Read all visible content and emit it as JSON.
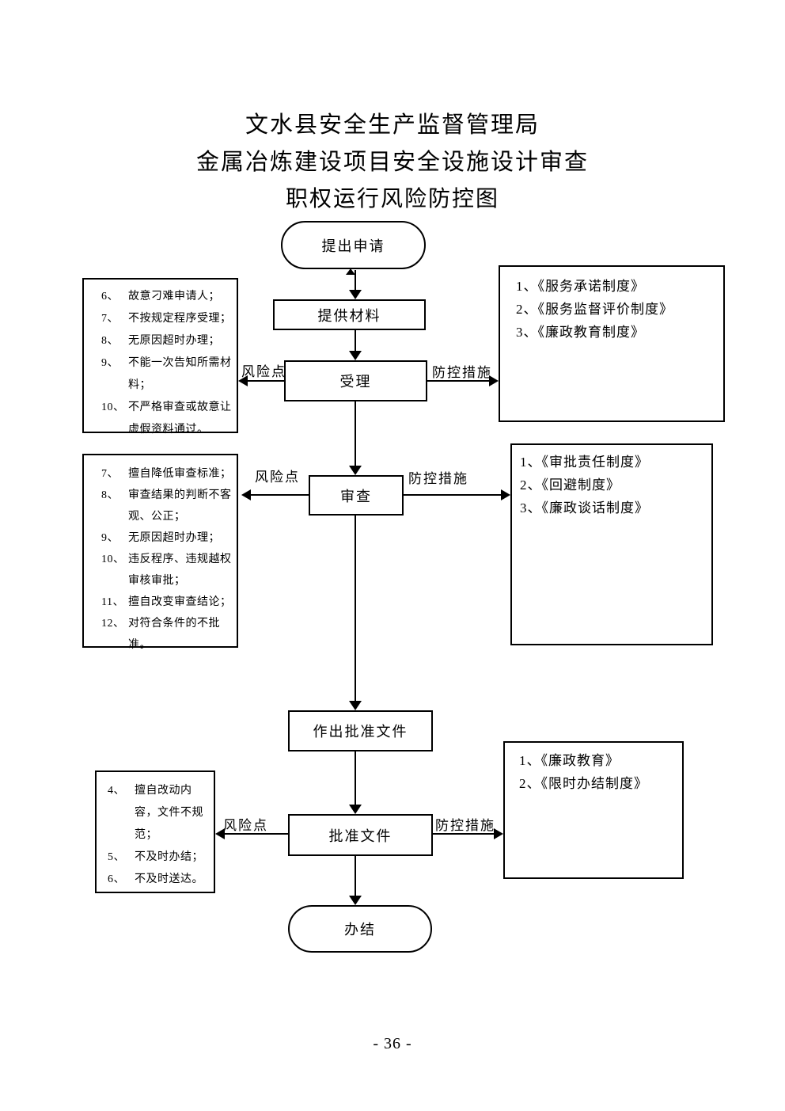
{
  "document": {
    "title_line1": "文水县安全生产监督管理局",
    "title_line2": "金属冶炼建设项目安全设施设计审查",
    "title_line3": "职权运行风险防控图",
    "page_number": "- 36 -"
  },
  "flow": {
    "start": "提出申请",
    "provide_materials": "提供材料",
    "accept": "受理",
    "review": "审查",
    "make_approval": "作出批准文件",
    "approval_doc": "批准文件",
    "finish": "办结"
  },
  "connector_labels": {
    "risk_point": "风险点",
    "control_measure": "防控措施"
  },
  "risk_boxes": {
    "accept": {
      "items": [
        {
          "num": "6、",
          "text": "故意刁难申请人；"
        },
        {
          "num": "7、",
          "text": "不按规定程序受理；"
        },
        {
          "num": "8、",
          "text": "无原因超时办理；"
        },
        {
          "num": "9、",
          "text": "不能一次告知所需材料；"
        },
        {
          "num": "10、",
          "text": "不严格审查或故意让虚假资料通过。"
        }
      ]
    },
    "review": {
      "items": [
        {
          "num": "7、",
          "text": "擅自降低审查标准；"
        },
        {
          "num": "8、",
          "text": "审查结果的判断不客观、公正；"
        },
        {
          "num": "9、",
          "text": "无原因超时办理；"
        },
        {
          "num": "10、",
          "text": "违反程序、违规越权审核审批；"
        },
        {
          "num": "11、",
          "text": "擅自改变审查结论；"
        },
        {
          "num": "12、",
          "text": "对符合条件的不批准。"
        }
      ]
    },
    "approval": {
      "items": [
        {
          "num": "4、",
          "text": "擅自改动内容，文件不规范；"
        },
        {
          "num": "5、",
          "text": "不及时办结；"
        },
        {
          "num": "6、",
          "text": "不及时送达。"
        }
      ]
    }
  },
  "measure_boxes": {
    "accept": {
      "items": [
        "1、《服务承诺制度》",
        "2、《服务监督评价制度》",
        "3、《廉政教育制度》"
      ]
    },
    "review": {
      "items": [
        "1、《审批责任制度》",
        "2、《回避制度》",
        "3、《廉政谈话制度》"
      ]
    },
    "approval": {
      "items": [
        "1、《廉政教育》",
        "2、《限时办结制度》"
      ]
    }
  }
}
